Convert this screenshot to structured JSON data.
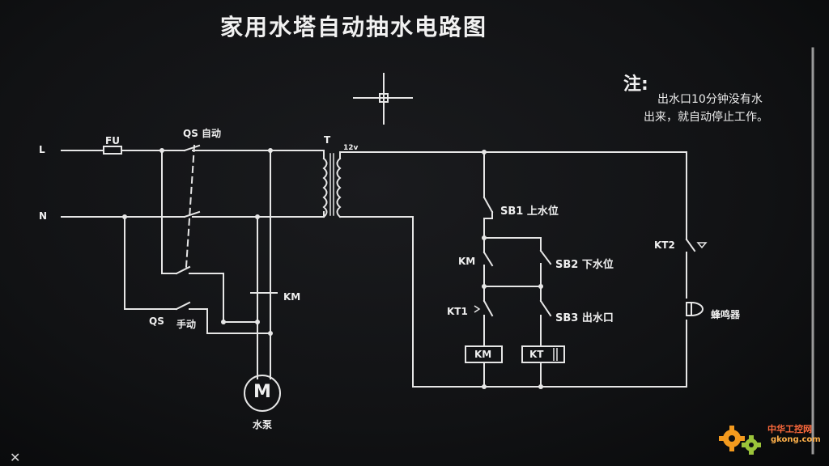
{
  "title": "家用水塔自动抽水电路图",
  "note": {
    "heading": "注:",
    "line1": "出水口10分钟没有水",
    "line2": "出来，就自动停止工作。"
  },
  "labels": {
    "L": "L",
    "N": "N",
    "FU": "FU",
    "QS_auto": "QS 自动",
    "QS_manual_code": "QS",
    "manual": "手动",
    "T": "T",
    "voltage": "12v",
    "KM_contact": "KM",
    "motor": "M",
    "pump": "水泵",
    "SB1": "SB1 上水位",
    "SB2": "SB2 下水位",
    "SB3": "SB3 出水口",
    "KM_aux": "KM",
    "KT1": "KT1",
    "KT2": "KT2",
    "coil_KM": "KM",
    "coil_KT": "KT",
    "buzzer": "蜂鸣器"
  },
  "watermark": {
    "brand": "中华工控网",
    "domain": "gkong.com"
  },
  "corner_mark": "✕",
  "colors": {
    "background": "#111214",
    "wire": "#e8e8e8",
    "text": "#efefef",
    "brand_orange": "#ff6a3c",
    "brand_gear": "#f39a1e"
  }
}
